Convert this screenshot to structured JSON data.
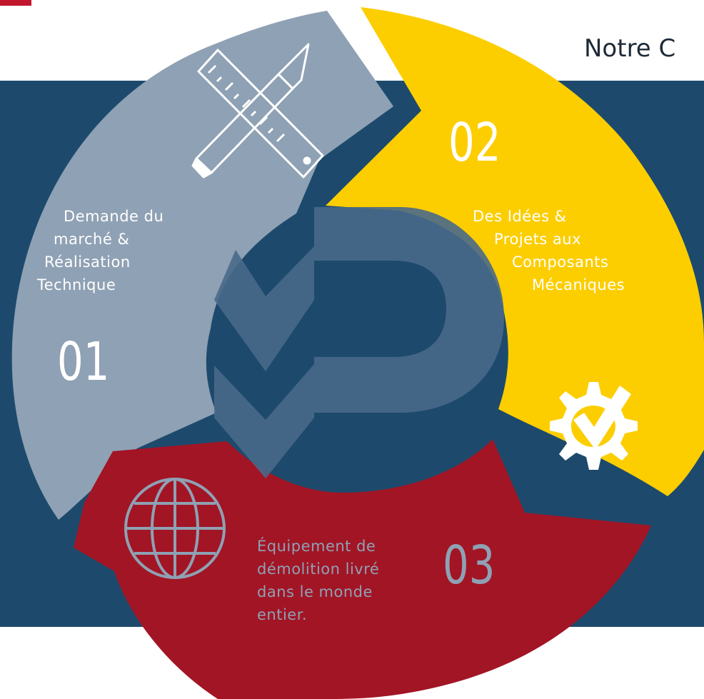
{
  "headline": "Notre C",
  "colors": {
    "background_panel": "#1d4a6c",
    "segment_1": "#8fa1b4",
    "segment_2": "#fcce00",
    "segment_3": "#a21525",
    "logo_mark": "#49698a",
    "headline_text": "#1e2a36",
    "accent_corner": "#c0172d"
  },
  "steps": [
    {
      "number": "01",
      "lines": [
        "Demande du",
        "marché &",
        "Réalisation",
        "Technique"
      ],
      "icon": "pencil-ruler-icon",
      "color": "#8fa1b4",
      "text_color": "#ffffff"
    },
    {
      "number": "02",
      "lines": [
        "Des Idées &",
        "Projets aux",
        "Composants",
        "Mécaniques"
      ],
      "icon": "gear-check-icon",
      "color": "#fcce00",
      "text_color": "#ffffff"
    },
    {
      "number": "03",
      "lines": [
        "Équipement de",
        "démolition livré",
        "dans le monde",
        "entier."
      ],
      "icon": "globe-icon",
      "color": "#a21525",
      "text_color": "#8fa1b4"
    }
  ]
}
